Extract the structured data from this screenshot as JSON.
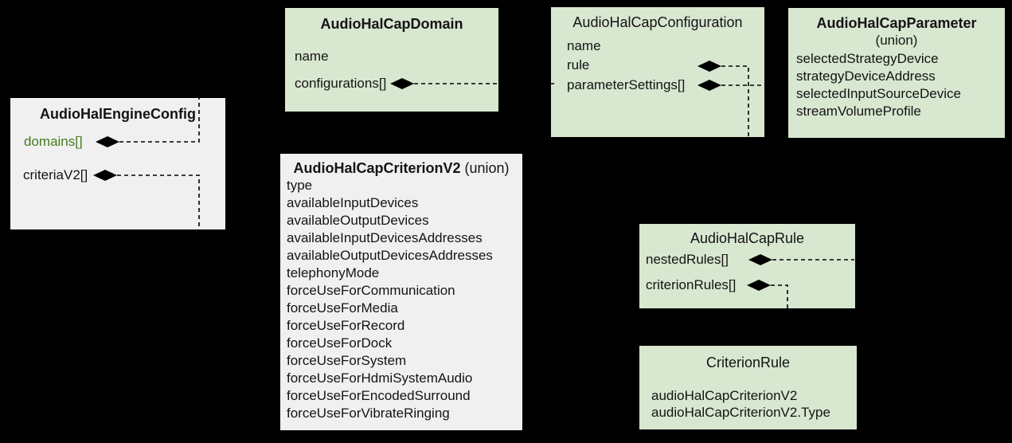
{
  "canvas": {
    "background": "#000000",
    "description": "UML class diagram of Android Audio HAL CAP (Configurable Audio Policy) types"
  },
  "colors": {
    "box_green": "#d8e7d0",
    "box_gray": "#f0f0f0",
    "text": "#141414",
    "accent_green_text": "#457c1e",
    "connector": "#000000"
  },
  "boxes": [
    {
      "id": "audio-hal-engine-config",
      "title": "AudioHalEngineConfig",
      "fields": [
        "domains[]",
        "criteriaV2[]"
      ]
    },
    {
      "id": "audio-hal-cap-domain",
      "title": "AudioHalCapDomain",
      "fields": [
        "name",
        "configurations[]"
      ]
    },
    {
      "id": "audio-hal-cap-configuration",
      "title": "AudioHalCapConfiguration",
      "fields": [
        "name",
        "rule",
        "parameterSettings[]"
      ]
    },
    {
      "id": "audio-hal-cap-parameter",
      "title": "AudioHalCapParameter",
      "subtitle": "(union)",
      "fields": [
        "selectedStrategyDevice",
        "strategyDeviceAddress",
        "selectedInputSourceDevice",
        "streamVolumeProfile"
      ]
    },
    {
      "id": "audio-hal-cap-criterion-v2",
      "title": "AudioHalCapCriterionV2",
      "title_suffix": " (union)",
      "fields": [
        "type",
        "availableInputDevices",
        "availableOutputDevices",
        "availableInputDevicesAddresses",
        "availableOutputDevicesAddresses",
        "telephonyMode",
        "forceUseForCommunication",
        "forceUseForMedia",
        "forceUseForRecord",
        "forceUseForDock",
        "forceUseForSystem",
        "forceUseForHdmiSystemAudio",
        "forceUseForEncodedSurround",
        "forceUseForVibrateRinging"
      ]
    },
    {
      "id": "audio-hal-cap-rule",
      "title": "AudioHalCapRule",
      "fields": [
        "nestedRules[]",
        "criterionRules[]"
      ]
    },
    {
      "id": "criterion-rule",
      "title": "CriterionRule",
      "fields": [
        "audioHalCapCriterionV2",
        "audioHalCapCriterionV2.Type"
      ]
    }
  ],
  "relationships": [
    {
      "from": "AudioHalEngineConfig.domains[]",
      "to": "AudioHalCapDomain",
      "type": "composition"
    },
    {
      "from": "AudioHalEngineConfig.criteriaV2[]",
      "to": "AudioHalCapCriterionV2",
      "type": "composition"
    },
    {
      "from": "AudioHalCapDomain.configurations[]",
      "to": "AudioHalCapConfiguration",
      "type": "composition"
    },
    {
      "from": "AudioHalCapConfiguration.rule",
      "to": "AudioHalCapRule",
      "type": "composition"
    },
    {
      "from": "AudioHalCapConfiguration.parameterSettings[]",
      "to": "AudioHalCapParameter",
      "type": "composition"
    },
    {
      "from": "AudioHalCapRule.nestedRules[]",
      "to": "AudioHalCapRule",
      "type": "composition"
    },
    {
      "from": "AudioHalCapRule.criterionRules[]",
      "to": "CriterionRule",
      "type": "composition"
    }
  ]
}
